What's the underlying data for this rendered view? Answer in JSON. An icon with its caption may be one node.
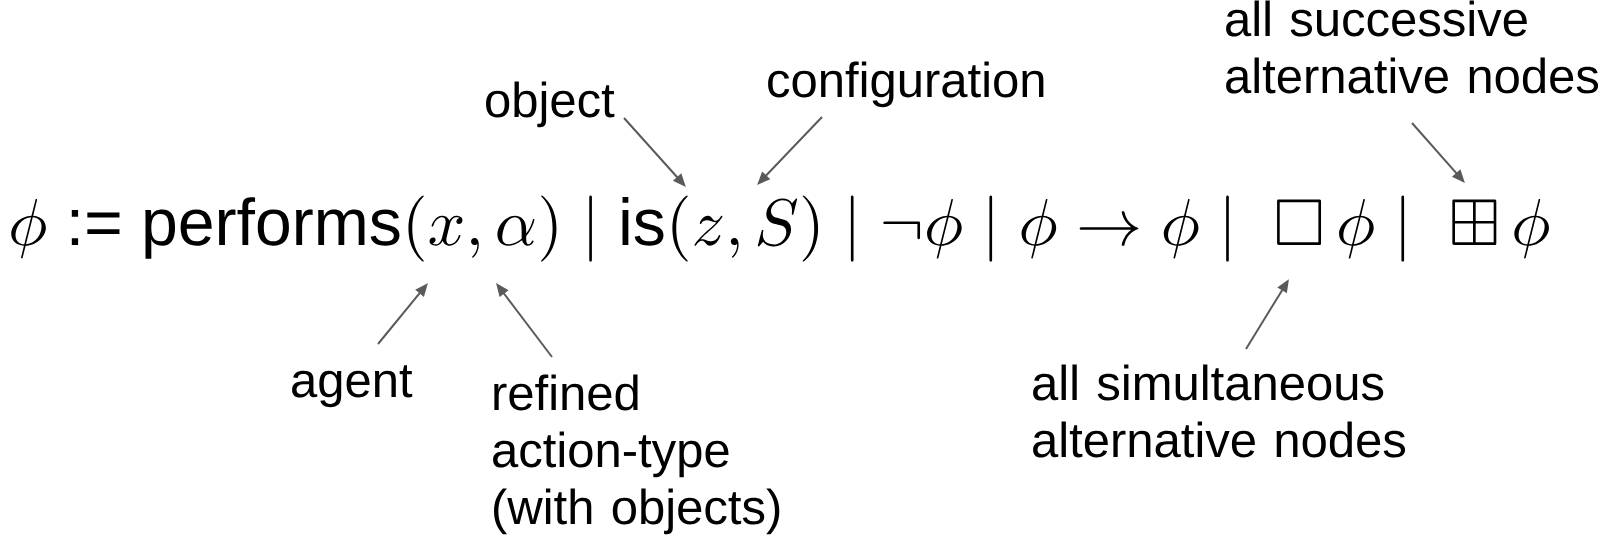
{
  "diagram": {
    "nodes": [
      {
        "text": [
          "all successive alternative nodes"
        ]
      },
      {
        "text": [
          "object"
        ]
      },
      {
        "text": [
          "configuration"
        ]
      },
      {
        "text": [
          "agent"
        ]
      },
      {
        "text": [
          "refined action-type (with objects)"
        ]
      },
      {
        "text": [
          "all simultaneous alternative nodes"
        ]
      },
      {
        "text": [
          "\\phi \\mathrel{\\textsf{:=}} \\textsf{performs}(x, \\alpha) \\mid \\textsf{is}(z, S) \\mid \\neg\\phi \\mid \\phi \\rightarrow \\phi \\mid\\; \\square\\,\\phi \\mid\\; \\boxplus\\,\\phi"
        ]
      }
    ],
    "edges": [
      {
        "from": 0,
        "to": 6,
        "arrow": "to"
      },
      {
        "from": 1,
        "to": 6,
        "arrow": "to"
      },
      {
        "from": 2,
        "to": 6,
        "arrow": "to"
      },
      {
        "from": 3,
        "to": 6,
        "arrow": "to"
      },
      {
        "from": 4,
        "to": 6,
        "arrow": "to"
      },
      {
        "from": 5,
        "to": 6,
        "arrow": "to"
      }
    ]
  }
}
